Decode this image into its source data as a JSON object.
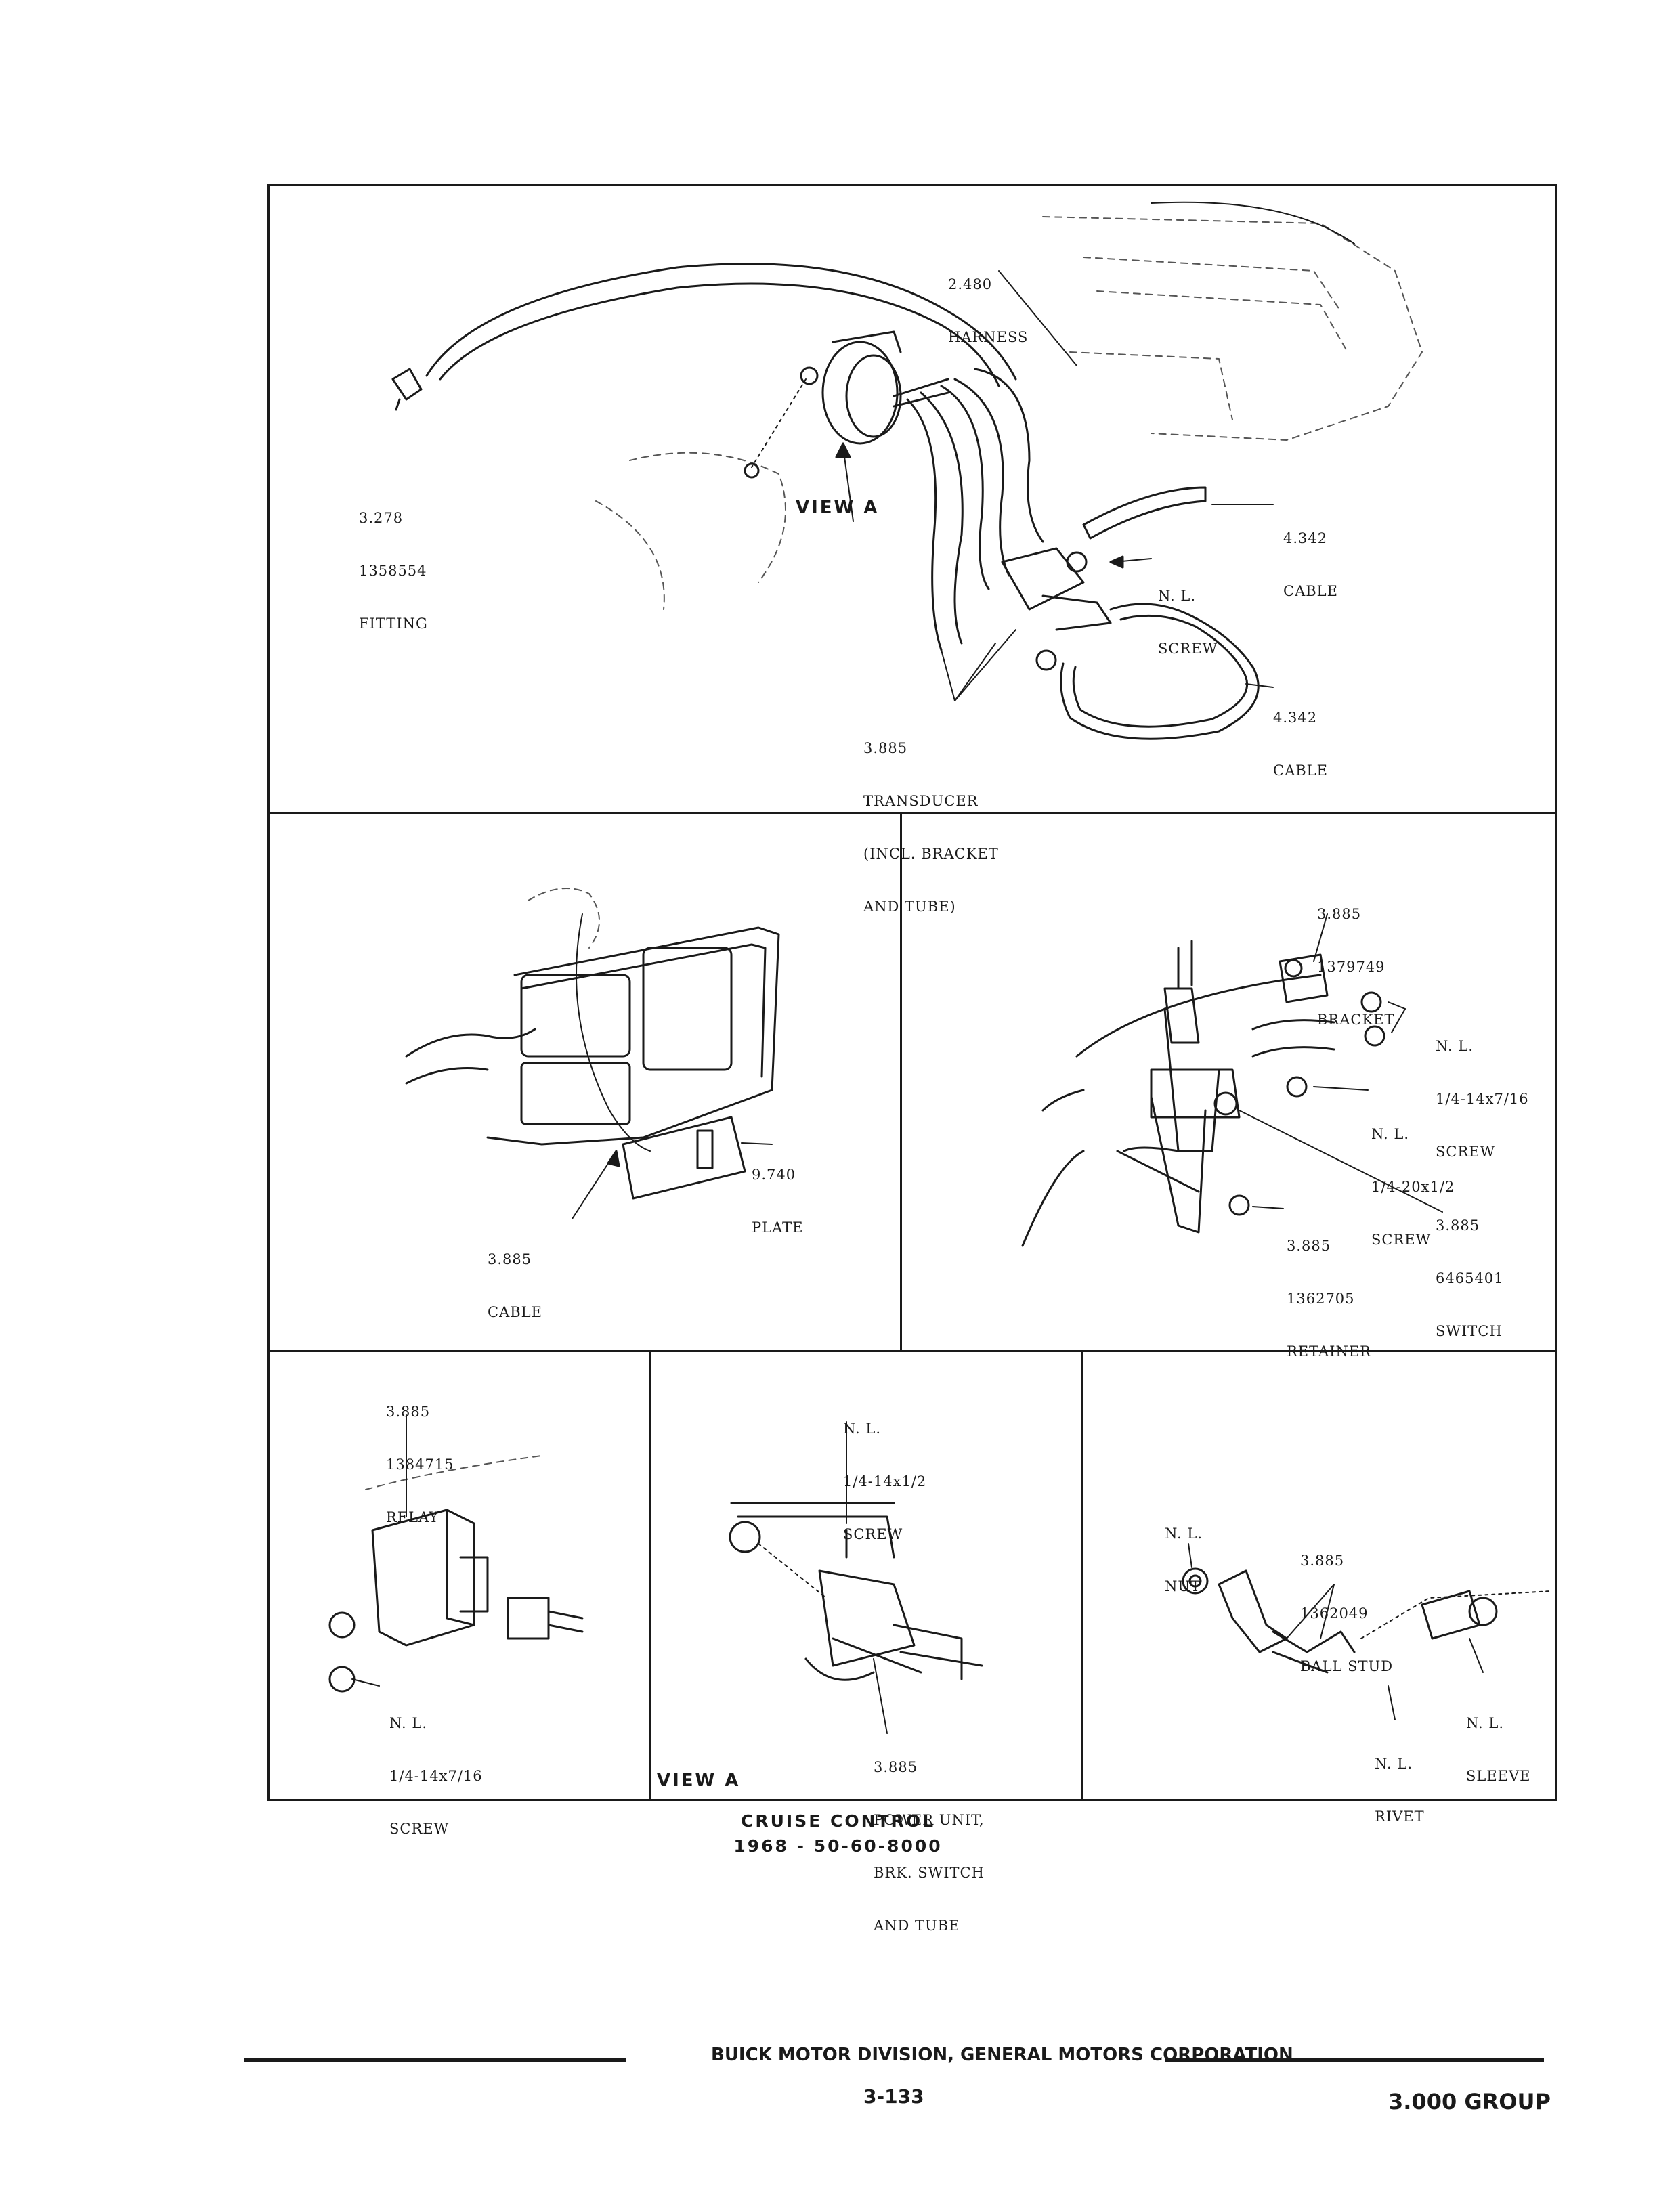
{
  "main_panel": {
    "harness": {
      "code": "2.480",
      "name": "HARNESS"
    },
    "fitting": {
      "code": "3.278",
      "part": "1358554",
      "name": "FITTING"
    },
    "view_a": "VIEW A",
    "cable_upper": {
      "code": "4.342",
      "name": "CABLE"
    },
    "screw": {
      "code": "N. L.",
      "name": "SCREW"
    },
    "cable_lower": {
      "code": "4.342",
      "name": "CABLE"
    },
    "transducer": {
      "code": "3.885",
      "name": "TRANSDUCER",
      "note1": "(INCL. BRACKET",
      "note2": "AND TUBE)"
    }
  },
  "left_panel": {
    "plate": {
      "code": "9.740",
      "name": "PLATE"
    },
    "cable": {
      "code": "3.885",
      "name": "CABLE"
    }
  },
  "right_panel": {
    "bracket": {
      "code": "3.885",
      "part": "1379749",
      "name": "BRACKET"
    },
    "screw_a": {
      "code": "N. L.",
      "size": "1/4-14x7/16",
      "name": "SCREW"
    },
    "screw_b": {
      "code": "N. L.",
      "size": "1/4-20x1/2",
      "name": "SCREW"
    },
    "switch": {
      "code": "3.885",
      "part": "6465401",
      "name": "SWITCH"
    },
    "retainer": {
      "code": "3.885",
      "part": "1362705",
      "name": "RETAINER"
    }
  },
  "relay_panel": {
    "relay": {
      "code": "3.885",
      "part": "1384715",
      "name": "RELAY"
    },
    "screw": {
      "code": "N. L.",
      "size": "1/4-14x7/16",
      "name": "SCREW"
    }
  },
  "view_a_panel": {
    "screw": {
      "code": "N. L.",
      "size": "1/4-14x1/2",
      "name": "SCREW"
    },
    "power_unit": {
      "code": "3.885",
      "name": "POWER UNIT,",
      "note1": "BRK. SWITCH",
      "note2": "AND TUBE"
    },
    "view_label": "VIEW A"
  },
  "stud_panel": {
    "nut": {
      "code": "N. L.",
      "name": "NUT"
    },
    "ball_stud": {
      "code": "3.885",
      "part": "1362049",
      "name": "BALL STUD"
    },
    "sleeve": {
      "code": "N. L.",
      "name": "SLEEVE"
    },
    "rivet": {
      "code": "N. L.",
      "name": "RIVET"
    }
  },
  "caption": {
    "title": "CRUISE CONTROL",
    "subtitle": "1968 - 50-60-8000"
  },
  "footer": {
    "division": "BUICK MOTOR DIVISION, GENERAL MOTORS CORPORATION",
    "page": "3-133",
    "group": "3.000 GROUP"
  }
}
